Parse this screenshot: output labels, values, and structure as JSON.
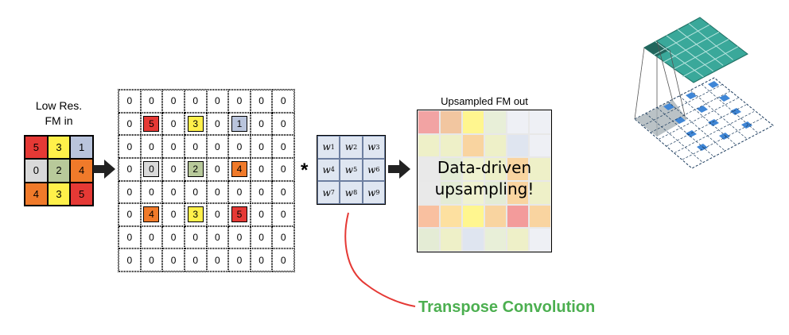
{
  "input": {
    "label_line1": "Low Res.",
    "label_line2": "FM in",
    "cells": [
      {
        "v": "5",
        "c": "#e53935"
      },
      {
        "v": "3",
        "c": "#fff04a"
      },
      {
        "v": "1",
        "c": "#b9c4dc"
      },
      {
        "v": "0",
        "c": "#d9d9d9"
      },
      {
        "v": "2",
        "c": "#b8c99a"
      },
      {
        "v": "4",
        "c": "#f07a2a"
      },
      {
        "v": "4",
        "c": "#f07a2a"
      },
      {
        "v": "3",
        "c": "#fff04a"
      },
      {
        "v": "5",
        "c": "#e53935"
      }
    ]
  },
  "padded": {
    "rows": [
      [
        "0",
        "0",
        "0",
        "0",
        "0",
        "0",
        "0",
        "0"
      ],
      [
        "0",
        "5",
        "0",
        "3",
        "0",
        "1",
        "0",
        "0"
      ],
      [
        "0",
        "0",
        "0",
        "0",
        "0",
        "0",
        "0",
        "0"
      ],
      [
        "0",
        "0",
        "0",
        "2",
        "0",
        "4",
        "0",
        "0"
      ],
      [
        "0",
        "0",
        "0",
        "0",
        "0",
        "0",
        "0",
        "0"
      ],
      [
        "0",
        "4",
        "0",
        "3",
        "0",
        "5",
        "0",
        "0"
      ],
      [
        "0",
        "0",
        "0",
        "0",
        "0",
        "0",
        "0",
        "0"
      ],
      [
        "0",
        "0",
        "0",
        "0",
        "0",
        "0",
        "0",
        "0"
      ]
    ],
    "highlights": [
      {
        "r": 1,
        "c": 1,
        "color": "#e53935"
      },
      {
        "r": 1,
        "c": 3,
        "color": "#fff04a"
      },
      {
        "r": 1,
        "c": 5,
        "color": "#b9c4dc"
      },
      {
        "r": 3,
        "c": 1,
        "color": "#d9d9d9"
      },
      {
        "r": 3,
        "c": 3,
        "color": "#b8c99a"
      },
      {
        "r": 3,
        "c": 5,
        "color": "#f07a2a"
      },
      {
        "r": 5,
        "c": 1,
        "color": "#f07a2a"
      },
      {
        "r": 5,
        "c": 3,
        "color": "#fff04a"
      },
      {
        "r": 5,
        "c": 5,
        "color": "#e53935"
      }
    ]
  },
  "operator": "*",
  "kernel": {
    "cells": [
      {
        "w": "w",
        "s": "1"
      },
      {
        "w": "w",
        "s": "2"
      },
      {
        "w": "w",
        "s": "3"
      },
      {
        "w": "w",
        "s": "4"
      },
      {
        "w": "w",
        "s": "5"
      },
      {
        "w": "w",
        "s": "6"
      },
      {
        "w": "w",
        "s": "7"
      },
      {
        "w": "w",
        "s": "8"
      },
      {
        "w": "w",
        "s": "9"
      }
    ]
  },
  "output": {
    "label": "Upsampled FM out",
    "text_line1": "Data-driven",
    "text_line2": "upsampling!",
    "colors": [
      "#f2a3a3",
      "#f2c6a0",
      "#fff68f",
      "#e8efd8",
      "#eef0f5",
      "#eef0f5",
      "#eef0c8",
      "#eef0c8",
      "#f9d4a0",
      "#eef0c8",
      "#dfe5f0",
      "#eef0f5",
      "#e9e9e9",
      "#e4ecd5",
      "#f0f2d0",
      "#eef0c8",
      "#f9d4a0",
      "#eef0c8",
      "#e9e9e9",
      "#e4ecd5",
      "#f0f2d0",
      "#e4ecd5",
      "#f9d4a0",
      "#eef0c8",
      "#f9c0a0",
      "#fde0a0",
      "#fff68f",
      "#f9d4a0",
      "#f39b9b",
      "#f9d4a0",
      "#e4ecd5",
      "#eef0c8",
      "#dfe5f0",
      "#e8efd8",
      "#eef0c8",
      "#eef0f5"
    ]
  },
  "caption": "Transpose Convolution",
  "colors": {
    "caption_green": "#4caf50",
    "curve_red": "#e53935",
    "teal": "#3aa89a",
    "blue": "#3f86d6"
  }
}
